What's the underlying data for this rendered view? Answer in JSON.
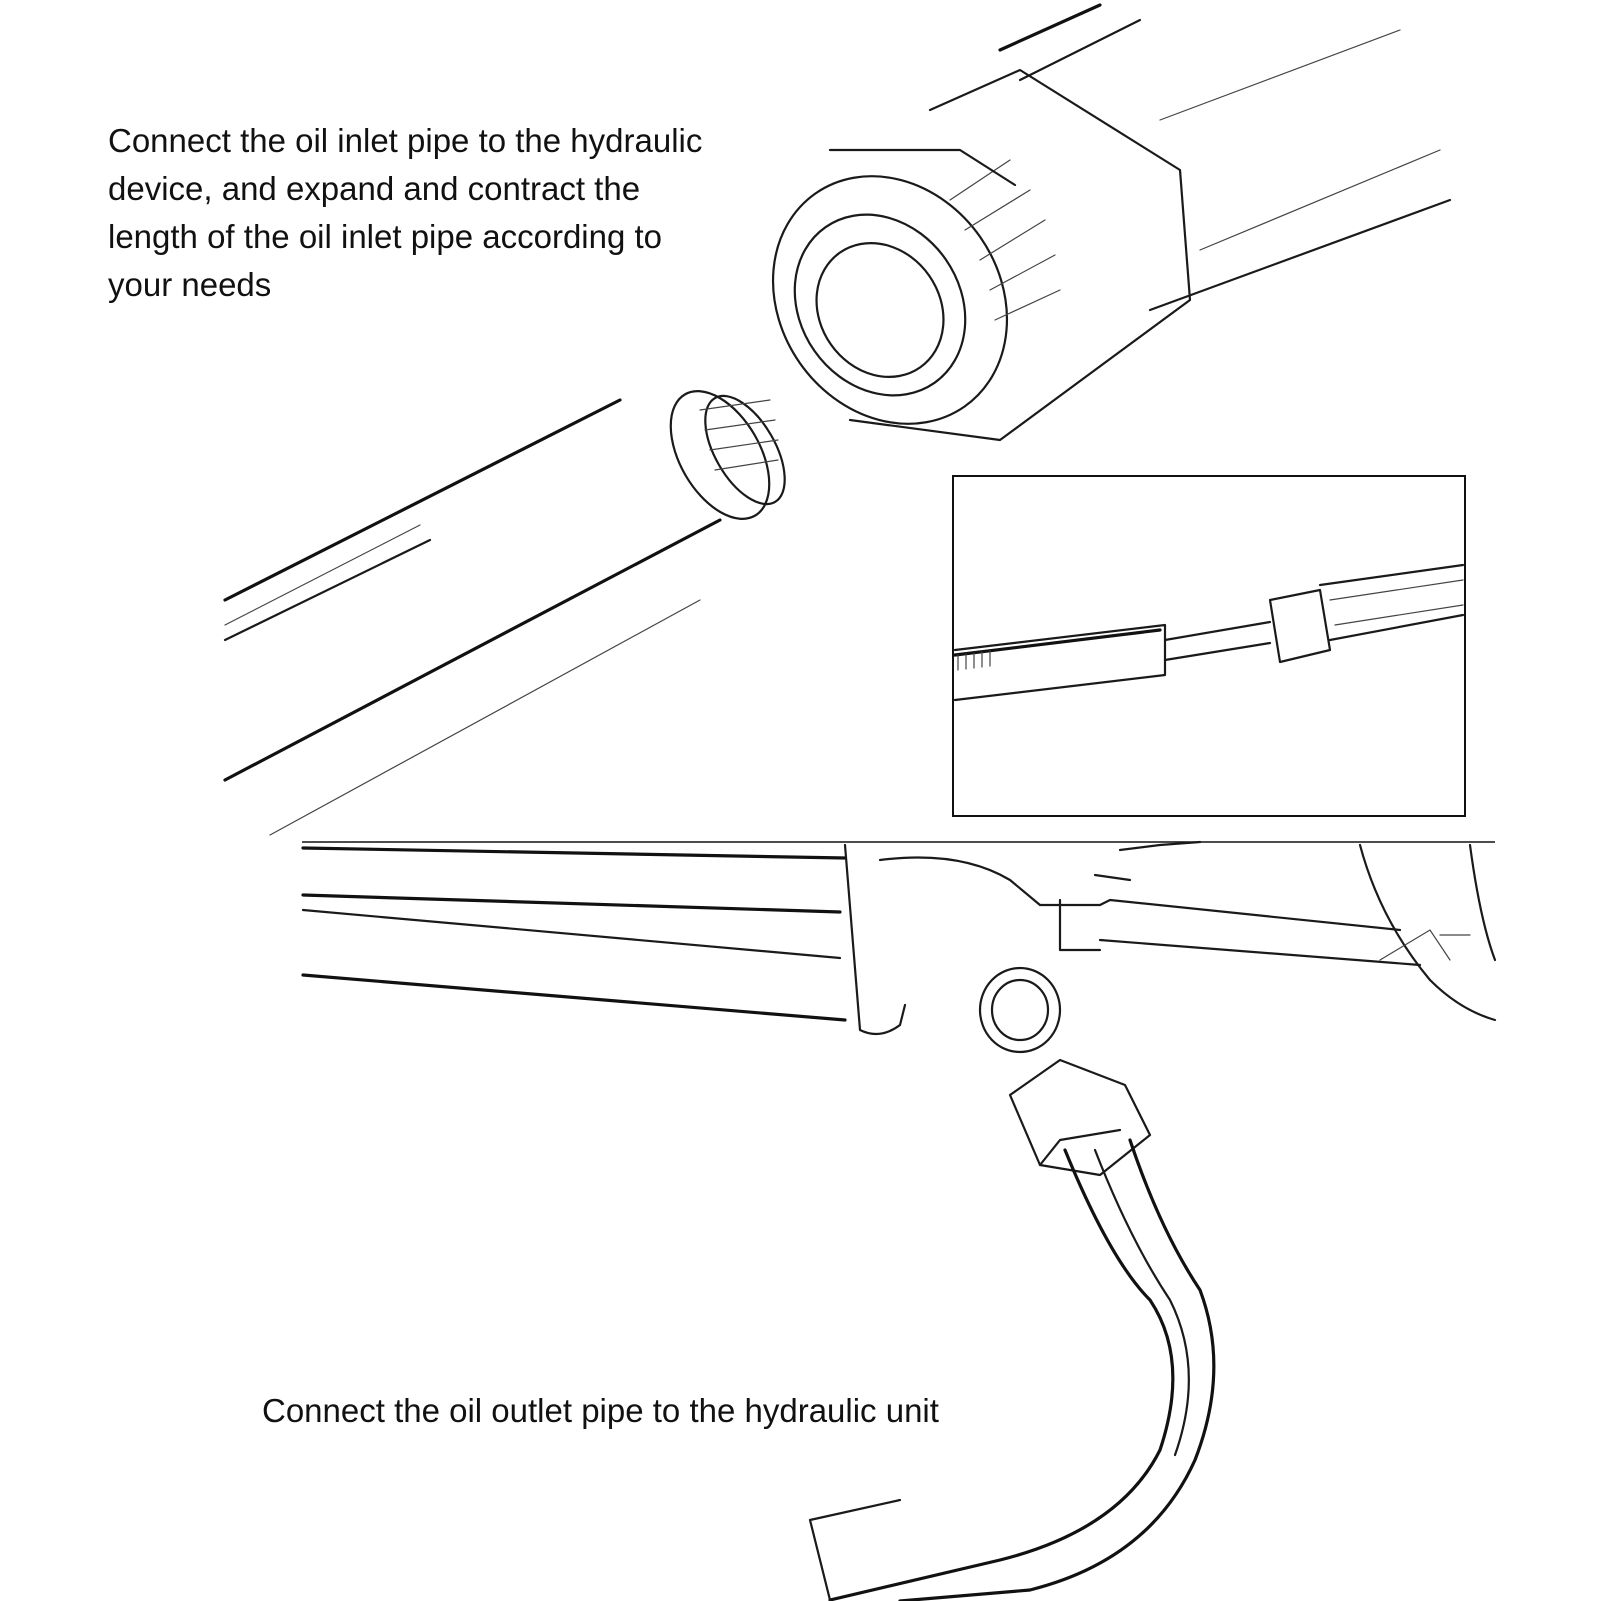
{
  "captions": {
    "inlet_line_1": "Connect the oil inlet pipe to the hydraulic",
    "inlet_line_2": "device, and expand and contract the",
    "inlet_line_3": "length of the oil inlet pipe according to",
    "inlet_line_4": "your needs",
    "outlet": "Connect the oil outlet pipe to the hydraulic unit"
  },
  "colors": {
    "background": "#ffffff",
    "line": "#1a1a1a",
    "text": "#111111"
  }
}
